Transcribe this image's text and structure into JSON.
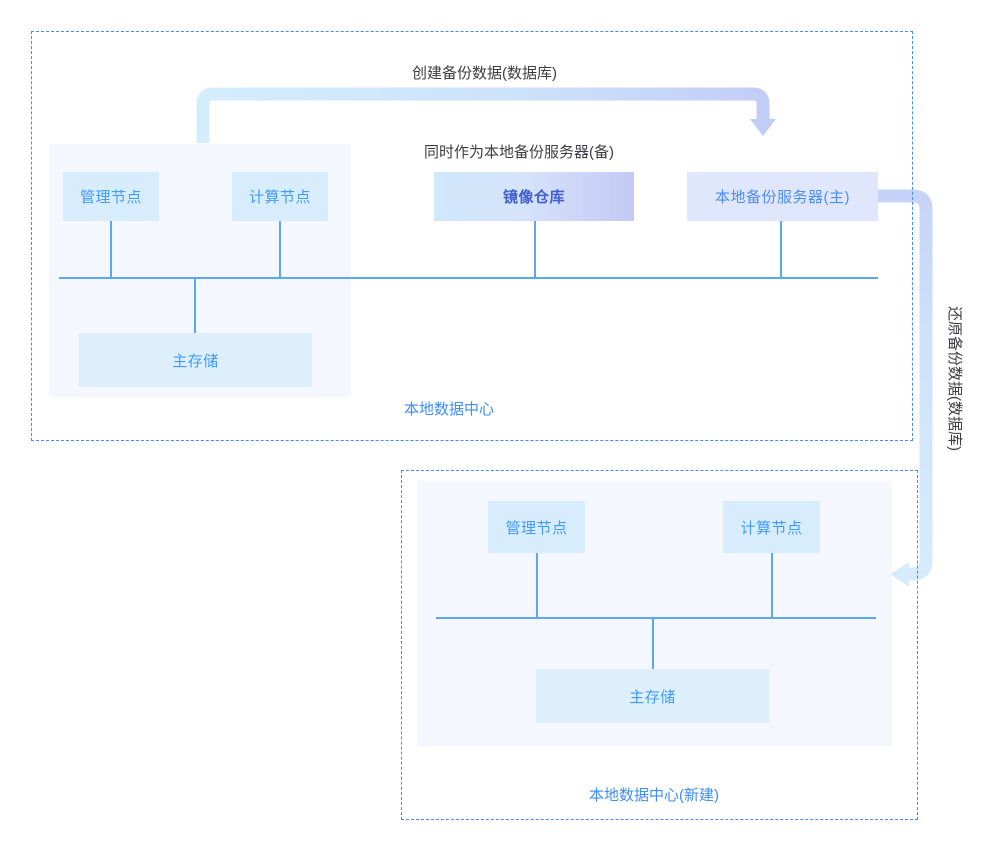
{
  "diagram": {
    "title_top_flow": "创建备份数据(数据库)",
    "note_registry": "同时作为本地备份服务器(备)",
    "title_right_flow": "还原备份数据(数据库)",
    "colors": {
      "dashed_border": "#3d8ef7",
      "panel_bg": "#f4f8fe",
      "node_bg": "#d7ecfd",
      "node_text": "#419bf9",
      "registry_grad_start": "#cfe8fb",
      "registry_grad_end": "#c3c9f4",
      "backup_bg": "#e0e6fc",
      "line": "#5aa7f2",
      "arrow_top_start": "#d3ecfd",
      "arrow_top_end": "#c2cdf7",
      "arrow_right": "#cfe4fb",
      "caption_text": "#3d3d45"
    }
  },
  "datacenter_primary": {
    "label": "本地数据中心",
    "nodes": [
      {
        "id": "mgmt",
        "label": "管理节点"
      },
      {
        "id": "compute",
        "label": "计算节点"
      },
      {
        "id": "registry",
        "label": "镜像仓库"
      },
      {
        "id": "backup",
        "label": "本地备份服务器(主)"
      },
      {
        "id": "storage",
        "label": "主存储"
      }
    ]
  },
  "datacenter_new": {
    "label": "本地数据中心(新建)",
    "nodes": [
      {
        "id": "mgmt2",
        "label": "管理节点"
      },
      {
        "id": "compute2",
        "label": "计算节点"
      },
      {
        "id": "storage2",
        "label": "主存储"
      }
    ]
  }
}
